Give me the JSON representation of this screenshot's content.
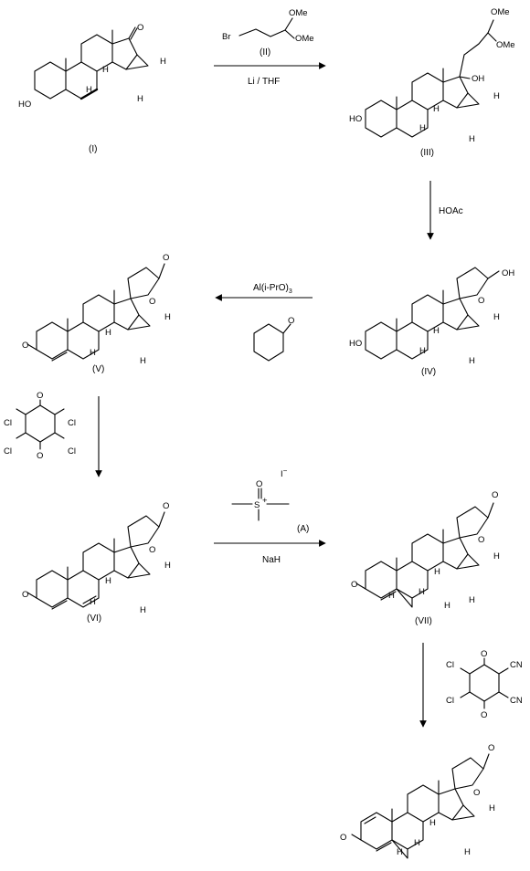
{
  "compounds": {
    "I": "(I)",
    "II": "(II)",
    "III": "(III)",
    "IV": "(IV)",
    "V": "(V)",
    "VI": "(VI)",
    "VII": "(VII)",
    "A": "(A)"
  },
  "reagents": {
    "step1_below": "Li / THF",
    "step2": "HOAc",
    "step3": "Al(i-PrO)",
    "step3_sub": "3",
    "step5_below": "NaH",
    "iodide": "I",
    "iodide_sup": "−"
  },
  "atoms": {
    "OMe": "OMe",
    "Br": "Br",
    "HO": "HO",
    "OH": "OH",
    "O": "O",
    "H": "H",
    "Cl": "Cl",
    "CN": "CN",
    "S": "S",
    "plus": "+"
  }
}
